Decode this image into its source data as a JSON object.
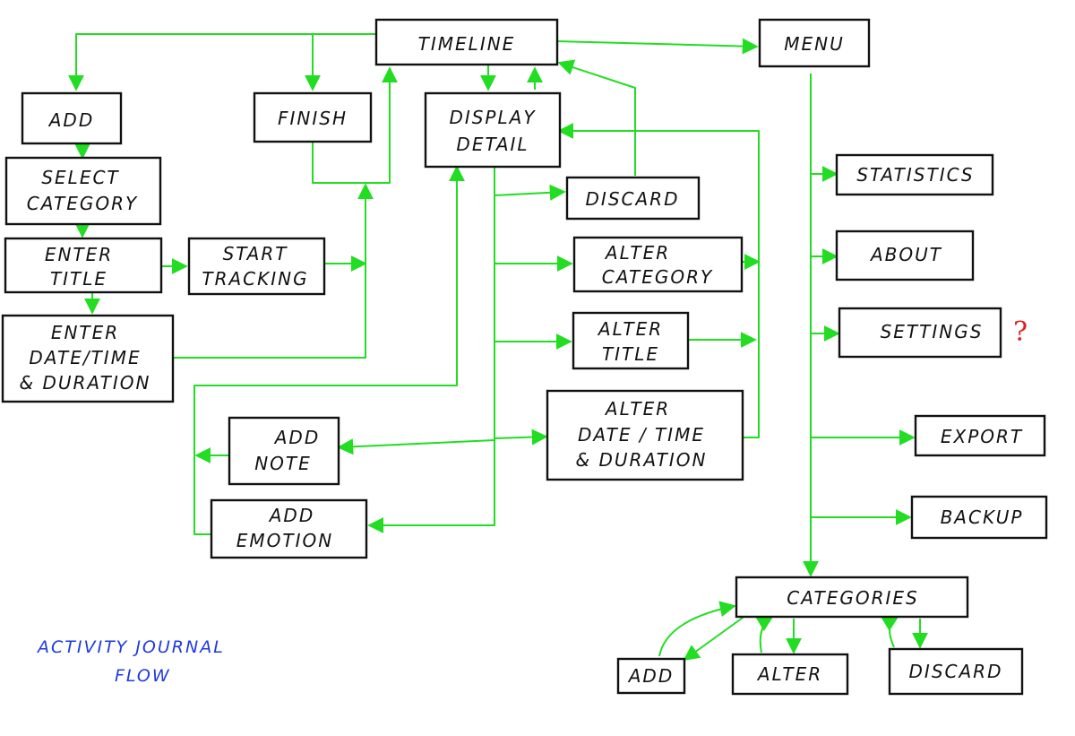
{
  "colors": {
    "box_stroke": "#111111",
    "edge": "#22dd22",
    "caption": "#1f3ae0",
    "question_mark": "#e02020"
  },
  "nodes": {
    "timeline": "TIMELINE",
    "menu": "MENU",
    "add": "ADD",
    "finish": "FINISH",
    "display_detail": [
      "DISPLAY",
      "DETAIL"
    ],
    "select_category": [
      "SELECT",
      "CATEGORY"
    ],
    "enter_title": [
      "ENTER",
      "TITLE"
    ],
    "start_tracking": [
      "START",
      "TRACKING"
    ],
    "enter_date": [
      "ENTER",
      "DATE/TIME",
      "& DURATION"
    ],
    "discard": "DISCARD",
    "alter_category": [
      "ALTER",
      "CATEGORY"
    ],
    "alter_title": [
      "ALTER",
      "TITLE"
    ],
    "alter_date": [
      "ALTER",
      "DATE / TIME",
      "& DURATION"
    ],
    "add_note": [
      "ADD",
      "NOTE"
    ],
    "add_emotion": [
      "ADD",
      "EMOTION"
    ],
    "statistics": "STATISTICS",
    "about": "ABOUT",
    "settings": "SETTINGS",
    "export": "EXPORT",
    "backup": "BACKUP",
    "categories": "CATEGORIES",
    "cat_add": "ADD",
    "cat_alter": "ALTER",
    "cat_discard": "DISCARD"
  },
  "annotations": {
    "settings_question": "?",
    "caption": [
      "ACTIVITY JOURNAL",
      "FLOW"
    ]
  }
}
